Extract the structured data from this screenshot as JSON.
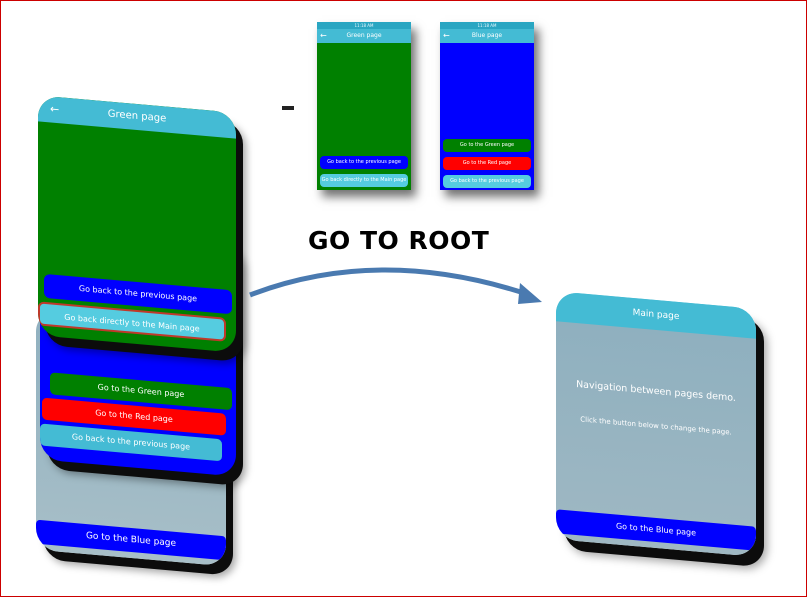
{
  "heading": "GO TO ROOT",
  "dash": "-",
  "colors": {
    "green": "#008000",
    "blue": "#0000ff",
    "red": "#ff0000",
    "cyan_bar": "#44bbd4",
    "cyan_button": "#55cce0"
  },
  "small_green_phone": {
    "status": "11:18 AM",
    "title": "Green page",
    "buttons": [
      "Go back to the previous page",
      "Go back directly to the Main page"
    ]
  },
  "small_blue_phone": {
    "status": "11:18 AM",
    "title": "Blue page",
    "buttons": [
      "Go to the Green page",
      "Go to the Red page",
      "Go back to the previous page"
    ]
  },
  "stack_green": {
    "title": "Green page",
    "buttons": [
      "Go back to the previous page",
      "Go back directly to the Main page"
    ]
  },
  "stack_blue": {
    "buttons": [
      "Go to the Green page",
      "Go to the Red page",
      "Go back to the previous page"
    ]
  },
  "stack_main": {
    "button": "Go to the Blue page"
  },
  "main_phone": {
    "title": "Main page",
    "heading": "Navigation between pages demo.",
    "subtext": "Click the button below to change the page.",
    "button": "Go to the Blue page"
  }
}
